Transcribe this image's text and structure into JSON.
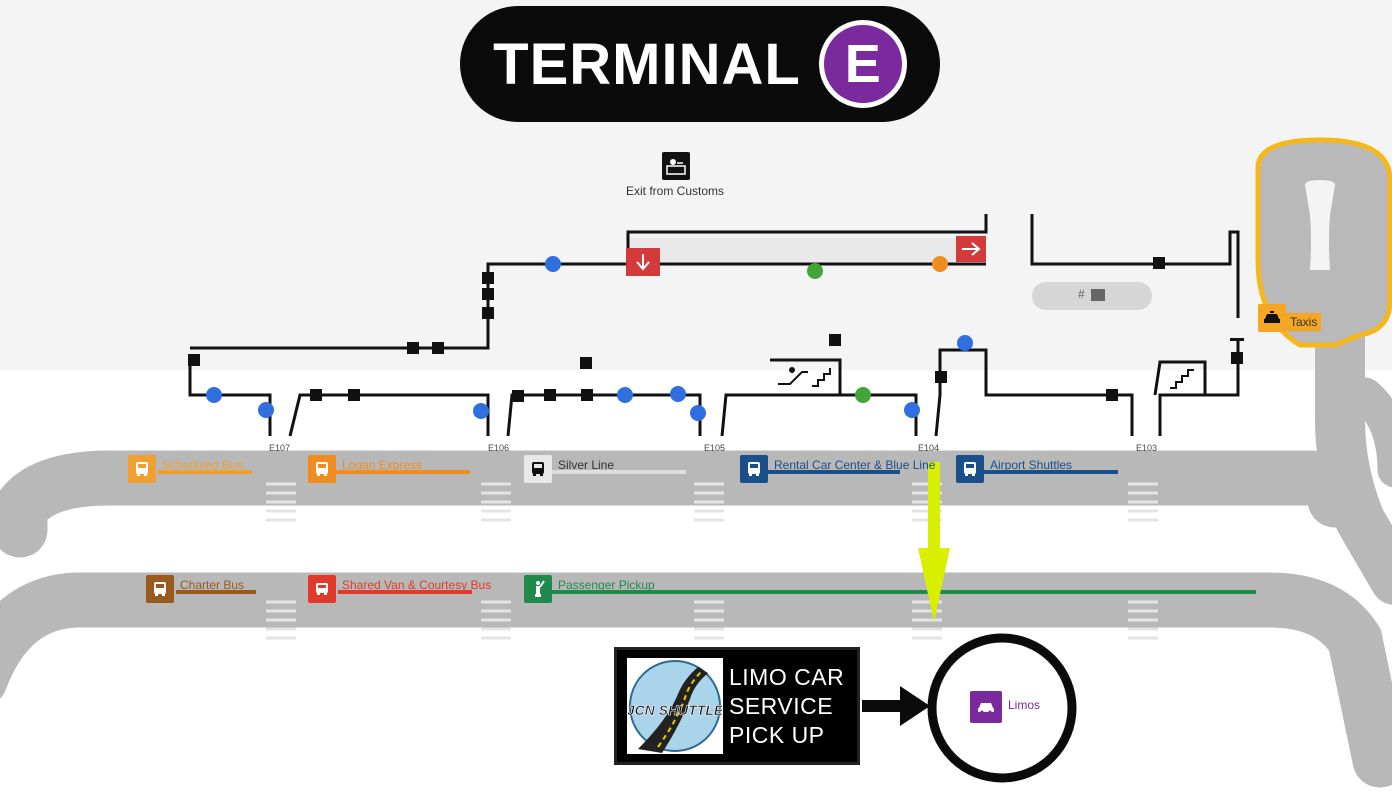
{
  "header": {
    "title": "TERMINAL",
    "letter": "E"
  },
  "customs": {
    "label": "Exit from Customs",
    "icon": "customs-officer-icon"
  },
  "counter": {
    "label": "#",
    "icon": "luggage-icon"
  },
  "gates": [
    "E107",
    "E106",
    "E105",
    "E104",
    "E103"
  ],
  "taxi": {
    "label": "Taxis",
    "icon": "taxi-icon",
    "color": "#f5a623"
  },
  "row1_stops": [
    {
      "id": "scheduled-bus",
      "label": "Scheduled Bus",
      "color": "#f0a030",
      "icon": "bus-icon"
    },
    {
      "id": "logan-express",
      "label": "Logan Express",
      "color": "#f08c20",
      "icon": "bus-icon"
    },
    {
      "id": "silver-line",
      "label": "Silver Line",
      "color": "#bdbdbd",
      "icon": "bus-icon"
    },
    {
      "id": "rental-car",
      "label": "Rental Car Center & Blue Line",
      "color": "#1a4f8a",
      "icon": "bus-icon"
    },
    {
      "id": "airport-shuttles",
      "label": "Airport Shuttles",
      "color": "#1a4f8a",
      "icon": "bus-icon"
    }
  ],
  "row2_stops": [
    {
      "id": "charter-bus",
      "label": "Charter Bus",
      "color": "#9a5a1e",
      "icon": "bus-icon"
    },
    {
      "id": "shared-van",
      "label": "Shared Van & Courtesy Bus",
      "color": "#e23a2a",
      "icon": "van-icon"
    },
    {
      "id": "passenger-pickup",
      "label": "Passenger Pickup",
      "color": "#1f8a4c",
      "icon": "person-waving-icon"
    }
  ],
  "limo_callout": {
    "lines": [
      "LIMO CAR",
      "SERVICE",
      "PICK UP"
    ],
    "logo_text": "JCN SHUTTLE"
  },
  "limos": {
    "label": "Limos",
    "icon": "car-icon",
    "color": "#7a2a9c"
  },
  "colors": {
    "road": "#b8b8b8",
    "taxi_outline": "#f5b81c",
    "highlight_arrow": "#d8f000",
    "map_blue": "#2f6fe0",
    "map_green": "#43a43a",
    "map_orange": "#f08c20",
    "exit_red": "#d33a3a"
  }
}
